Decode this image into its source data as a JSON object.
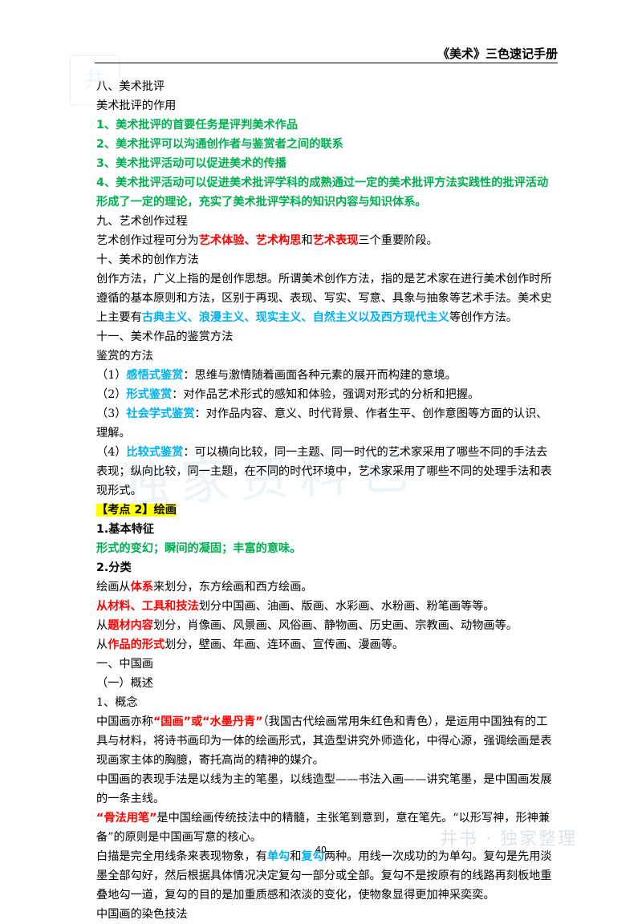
{
  "header": {
    "title": "《美术》三色速记手册"
  },
  "watermark": {
    "center": "独家资料包",
    "corner": "井书 · 独家整理",
    "logo": "井"
  },
  "colors": {
    "green": "#00b050",
    "red": "#ff0000",
    "blue": "#00b0f0",
    "highlight": "#ffff00"
  },
  "s8": {
    "title": "八、美术批评",
    "sub": "美术批评的作用",
    "item1": "1、美术批评的首要任务是评判美术作品",
    "item2": "2、美术批评可以沟通创作者与鉴赏者之间的联系",
    "item3": "3、美术批评活动可以促进美术的传播",
    "item4": "4、美术批评活动可以促进美术批评学科的成熟通过一定的美术批评方法实践性的批评活动形成了一定的理论，充实了美术批评学科的知识内容与知识体系。"
  },
  "s9": {
    "title": "九、艺术创作过程",
    "t1": "艺术创作过程可分为",
    "k1": "艺术体验",
    "t2": "、",
    "k2": "艺术构思",
    "t3": "和",
    "k3": "艺术表现",
    "t4": "三个重要阶段。"
  },
  "s10": {
    "title": "十、美术的创作方法",
    "t1": "创作方法，广义上指的是创作思想。所谓美术创作方法，指的是艺术家在进行美术创作时所遵循的基本原则和方法，区别于再现、表现、写实、写意、具象与抽象等艺术手法。美术史上主要有",
    "k1": "古典主义、浪漫主义、现实主义、自然主义以及西方现代主义",
    "t2": "等创作方法。"
  },
  "s11": {
    "title": "十一、美术作品的鉴赏方法",
    "sub": "鉴赏的方法",
    "m1": {
      "num": "（1）",
      "key": "感悟式鉴赏",
      "text": "：思维与激情随着画面各种元素的展开而构建的意境。"
    },
    "m2": {
      "num": "（2）",
      "key": "形式鉴赏",
      "text": "：对作品艺术形式的感知和体验，强调对形式的分析和把握。"
    },
    "m3": {
      "num": "（3）",
      "key": "社会学式鉴赏",
      "text": "：对作品内容、意义、时代背景、作者生平、创作意图等方面的认识、理解。"
    },
    "m4": {
      "num": "（4）",
      "key": "比较式鉴赏",
      "text": "：可以横向比较，同一主题、同一时代的艺术家采用了哪些不同的手法去表现；纵向比较，同一主题，在不同的时代环境中，艺术家采用了哪些不同的处理手法和表现形式。"
    }
  },
  "kp2": {
    "label": "【考点 2】绘画",
    "h1": "1.基本特征",
    "features": "形式的变幻；瞬间的凝固；丰富的意味。",
    "h2": "2.分类",
    "c1": {
      "pre": "绘画从",
      "key": "体系",
      "post": "来划分，东方绘画和西方绘画。"
    },
    "c2": {
      "pre": "从",
      "key": "材料、工具和技法",
      "post": "划分中国画、油画、版画、水彩画、水粉画、粉笔画等等。"
    },
    "c3": {
      "pre": "从",
      "key": "题材内容",
      "post": "划分，肖像画、风景画、风俗画、静物画、历史画、宗教画、动物画等。"
    },
    "c4": {
      "pre": "从",
      "key": "作品的形式",
      "post": "划分，壁画、年画、连环画、宣传画、漫画等。"
    }
  },
  "cn": {
    "title": "一、中国画",
    "sub": "（一）概述",
    "concept": "1、概念",
    "p1": {
      "t1": "中国画亦称",
      "k1": "“国画”或“水墨丹青”",
      "t2": "（我国古代绘画常用朱红色和青色），是运用中国独有的工具与材料，将诗书画印为一体的绘画形式，其造型讲究外师造化，中得心源，强调绘画是表现画家主体的胸臆，寄托高尚的精神的媒介。"
    },
    "p2": "中国画的表现手法是以线为主的笔墨，以线造型——书法入画——讲究笔墨，是中国画发展的一条主线。",
    "p3": {
      "k1": "“骨法用笔”",
      "t1": "是中国绘画传统技法中的精髓，主张笔到意到，意在笔先。“以形写神，形神兼备”的原则是中国画写意的核心。"
    },
    "p4": {
      "t1": "白描是完全用线条来表现物象，有",
      "k1": "单勾",
      "t2": "和",
      "k2": "复勾",
      "t3": "两种。用线一次成功的为单勾。复勾是先用淡墨全部勾好，然后根据具体情况决定复勾一部分或全部。复勾不是按原有的线路再刻板地重叠地勾一道，复勾的目的是加重质感和浓淡的变化，使物象显得更加神采奕奕。"
    },
    "p5": "中国画的染色技法"
  },
  "page": {
    "number": "40"
  }
}
